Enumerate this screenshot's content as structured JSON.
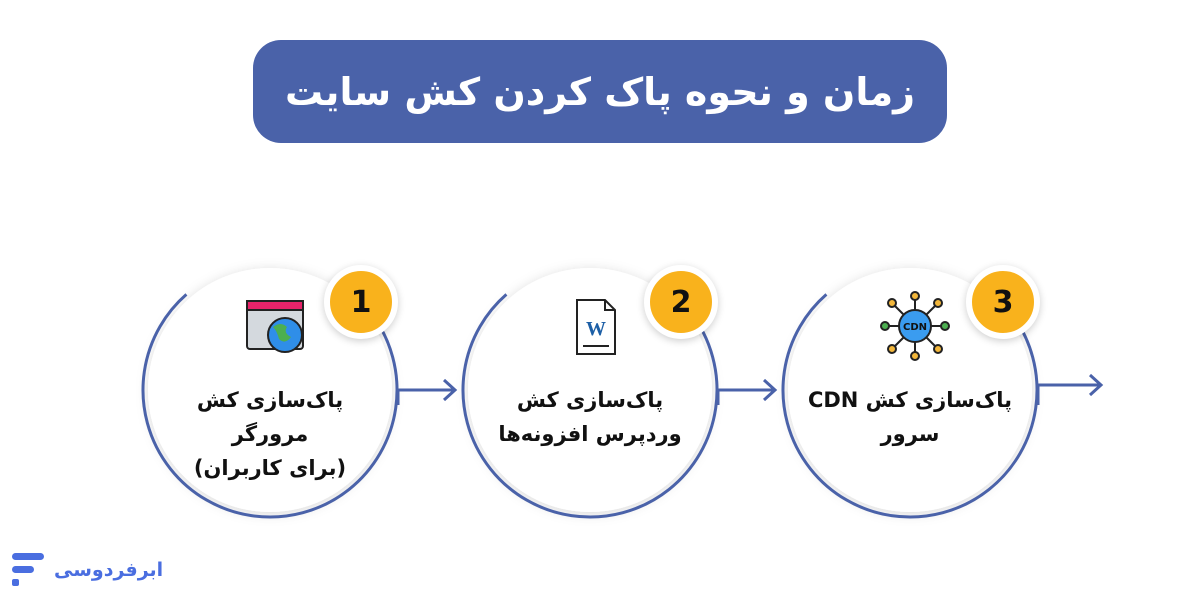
{
  "title": "زمان و نحوه پاک کردن کش سایت",
  "steps": [
    {
      "number": "1",
      "line1": "پاک‌سازی کش مرورگر",
      "line2": "(برای کاربران)",
      "icon": "browser-globe-icon"
    },
    {
      "number": "2",
      "line1": "پاک‌سازی کش",
      "line2": "وردپرس افزونه‌ها",
      "icon": "wordpress-file-icon"
    },
    {
      "number": "3",
      "line1": "پاک‌سازی کش CDN",
      "line2": "سرور",
      "icon": "cdn-network-icon",
      "icon_text": "CDN"
    }
  ],
  "logo": {
    "text": "ابرفردوسی"
  },
  "colors": {
    "primary": "#4a62a9",
    "badge": "#f9b21c"
  }
}
